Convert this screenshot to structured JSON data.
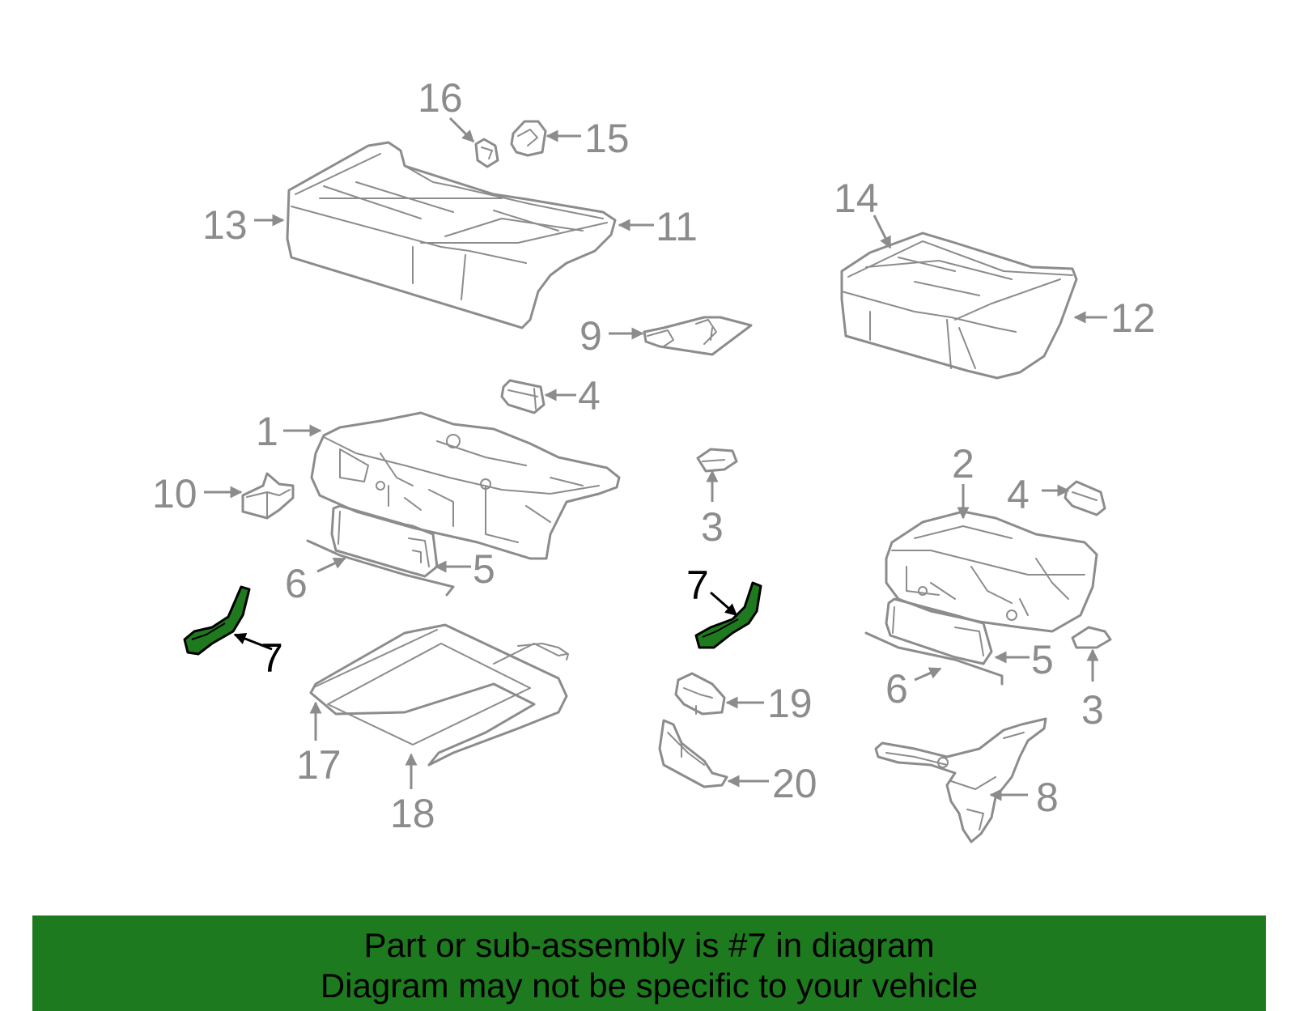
{
  "diagram": {
    "callouts": {
      "c1": "1",
      "c2": "2",
      "c3a": "3",
      "c3b": "3",
      "c4a": "4",
      "c4b": "4",
      "c5a": "5",
      "c5b": "5",
      "c6a": "6",
      "c6b": "6",
      "c7a": "7",
      "c7b": "7",
      "c8": "8",
      "c9": "9",
      "c10": "10",
      "c11": "11",
      "c12": "12",
      "c13": "13",
      "c14": "14",
      "c15": "15",
      "c16": "16",
      "c17": "17",
      "c18": "18",
      "c19": "19",
      "c20": "20"
    },
    "highlight_color": "#1e7a1e",
    "line_color": "#8c8c8c"
  },
  "banner": {
    "line1": "Part or sub-assembly is #7 in diagram",
    "line2": "Diagram may not be specific to your vehicle"
  }
}
